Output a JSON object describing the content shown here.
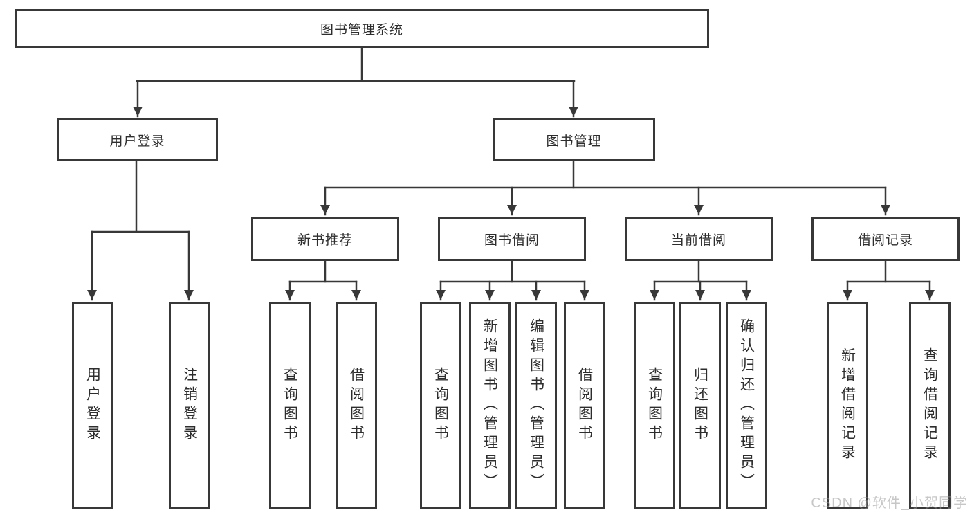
{
  "tree": {
    "label": "图书管理系统",
    "children": [
      {
        "label": "用户登录",
        "children": [
          {
            "label": "用户登录"
          },
          {
            "label": "注销登录"
          }
        ]
      },
      {
        "label": "图书管理",
        "children": [
          {
            "label": "新书推荐",
            "children": [
              {
                "label": "查询图书"
              },
              {
                "label": "借阅图书"
              }
            ]
          },
          {
            "label": "图书借阅",
            "children": [
              {
                "label": "查询图书"
              },
              {
                "label": "新增图书（管理员）"
              },
              {
                "label": "编辑图书（管理员）"
              },
              {
                "label": "借阅图书"
              }
            ]
          },
          {
            "label": "当前借阅",
            "children": [
              {
                "label": "查询图书"
              },
              {
                "label": "归还图书"
              },
              {
                "label": "确认归还（管理员）"
              }
            ]
          },
          {
            "label": "借阅记录",
            "children": [
              {
                "label": "新增借阅记录"
              },
              {
                "label": "查询借阅记录"
              }
            ]
          }
        ]
      }
    ]
  },
  "watermark": {
    "text": "CSDN @软件_小贺同学"
  },
  "colors": {
    "line": "#383838",
    "box_border": "#383838",
    "text": "#2d2d2d",
    "background": "#ffffff",
    "watermark": "#9a9a9a"
  }
}
